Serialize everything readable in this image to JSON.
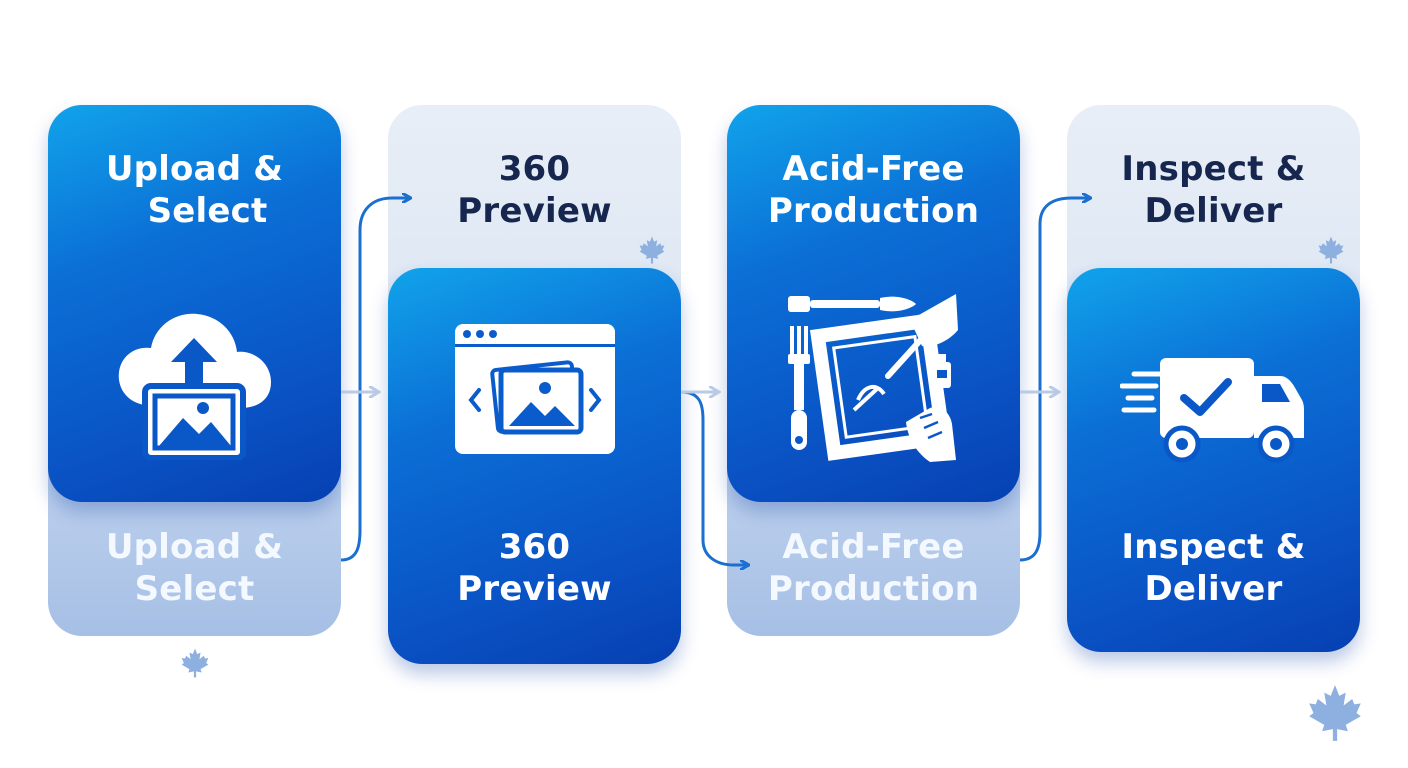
{
  "steps": [
    {
      "line1": "Upload &",
      "line2": "Select",
      "icon": "cloud-upload-image-icon"
    },
    {
      "line1": "360",
      "line2": "Preview",
      "icon": "browser-gallery-icon"
    },
    {
      "line1": "Acid-Free",
      "line2": "Production",
      "icon": "framing-tools-icon"
    },
    {
      "line1": "Inspect &",
      "line2": "Deliver",
      "icon": "delivery-truck-check-icon"
    }
  ],
  "colors": {
    "primary_blue": "#0a52c4",
    "light_blue": "#0b9be8",
    "pale_card": "#e3ebf6",
    "dark_text": "#16264f",
    "connector": "#1a6fd0",
    "leaf": "#8db0e0"
  }
}
